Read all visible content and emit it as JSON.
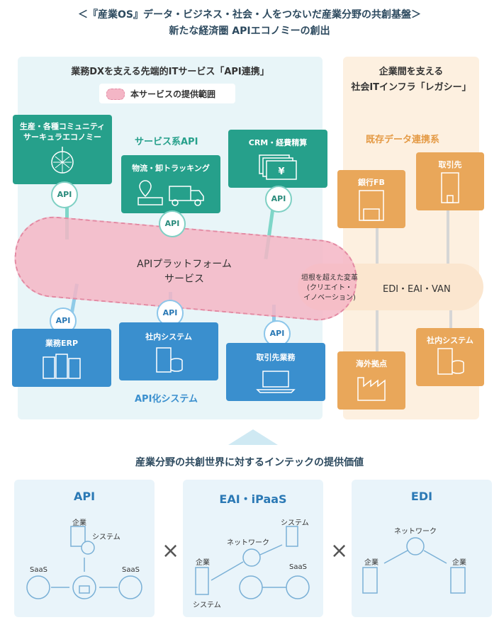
{
  "header": {
    "line1": "＜『産業OS』データ・ビジネス・社会・人をつないだ産業分野の共創基盤＞",
    "line2": "新たな経済圏 APIエコノミーの創出"
  },
  "left_panel": {
    "title": "業務DXを支える先端的ITサービス「API連携」",
    "legend": "本サービスの提供範囲",
    "service_api_label": "サービス系API",
    "api_system_label": "API化システム",
    "services": {
      "community": [
        "生産・各種コミュニティ",
        "サーキュラエコノミー"
      ],
      "logistics": "物流・卸トラッキング",
      "crm": "CRM・経費精算"
    },
    "systems": {
      "erp": "業務ERP",
      "internal": "社内システム",
      "trade": "取引先業務"
    },
    "api_badge": "API",
    "platform": [
      "APIプラットフォーム",
      "サービス"
    ],
    "transform": [
      "垣根を超えた変革",
      "(クリエイト・",
      "イノベーション)"
    ]
  },
  "right_panel": {
    "title": [
      "企業間を支える",
      "社会ITインフラ「レガシー」"
    ],
    "subtitle": "既存データ連携系",
    "nodes": {
      "bank": "銀行FB",
      "partner": "取引先",
      "overseas": "海外拠点",
      "internal": "社内システム"
    },
    "hub": "EDI・EAI・VAN"
  },
  "bottom": {
    "heading": "産業分野の共創世界に対するインテックの提供価値",
    "cards": [
      {
        "title": "API",
        "labels": {
          "company": "企業",
          "system": "システム",
          "saas_left": "SaaS",
          "saas_right": "SaaS"
        }
      },
      {
        "title": "EAI・iPaaS",
        "labels": {
          "system_top": "システム",
          "network": "ネットワーク",
          "company": "企業",
          "saas": "SaaS",
          "system_bottom": "システム"
        }
      },
      {
        "title": "EDI",
        "labels": {
          "network": "ネットワーク",
          "company_left": "企業",
          "company_right": "企業"
        }
      }
    ],
    "times": "×"
  },
  "colors": {
    "green": "#26a08b",
    "blue": "#3a8fce",
    "orange": "#e9a75a",
    "pink": "#f4b6c6",
    "navy": "#2d4a5f"
  }
}
